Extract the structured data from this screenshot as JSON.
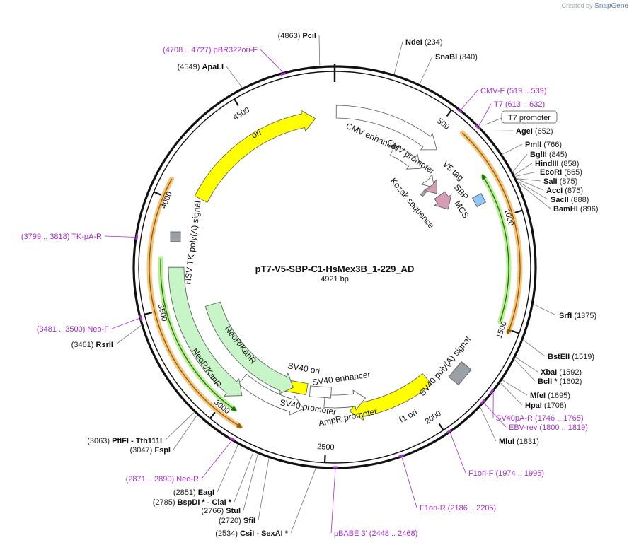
{
  "watermark": {
    "prefix": "Created by",
    "brand": "SnapGene"
  },
  "plasmid": {
    "name": "pT7-V5-SBP-C1-HsMex3B_1-229_AD",
    "size_label": "4921 bp",
    "length": 4921
  },
  "ticks": [
    "500",
    "1000",
    "1500",
    "2000",
    "2500",
    "3000",
    "3500",
    "4000",
    "4500"
  ],
  "sites": [
    {
      "name": "PciI",
      "pos": "(4863)"
    },
    {
      "name": "NdeI",
      "pos": "(234)"
    },
    {
      "name": "SnaBI",
      "pos": "(340)"
    },
    {
      "name": "ApaLI",
      "pos": "(4549)"
    },
    {
      "name": "AgeI",
      "pos": "(652)"
    },
    {
      "name": "PmlI",
      "pos": "(766)"
    },
    {
      "name": "BglII",
      "pos": "(845)"
    },
    {
      "name": "HindIII",
      "pos": "(858)"
    },
    {
      "name": "EcoRI",
      "pos": "(865)"
    },
    {
      "name": "SalI",
      "pos": "(875)"
    },
    {
      "name": "AccI",
      "pos": "(876)"
    },
    {
      "name": "SacII",
      "pos": "(888)"
    },
    {
      "name": "BamHI",
      "pos": "(896)"
    },
    {
      "name": "SrfI",
      "pos": "(1375)"
    },
    {
      "name": "BstEII",
      "pos": "(1519)"
    },
    {
      "name": "XbaI",
      "pos": "(1592)"
    },
    {
      "name": "BclI *",
      "pos": "(1602)"
    },
    {
      "name": "MfeI",
      "pos": "(1695)"
    },
    {
      "name": "HpaI",
      "pos": "(1708)"
    },
    {
      "name": "MluI",
      "pos": "(1831)"
    },
    {
      "name": "RsrII",
      "pos": "(3461)"
    },
    {
      "name": "PflFI  - Tth111I",
      "pos": "(3063)"
    },
    {
      "name": "FspI",
      "pos": "(3047)"
    },
    {
      "name": "EagI",
      "pos": "(2851)"
    },
    {
      "name": "BspDI *  - ClaI *",
      "pos": "(2785)"
    },
    {
      "name": "StuI",
      "pos": "(2766)"
    },
    {
      "name": "SfiI",
      "pos": "(2720)"
    },
    {
      "name": "CsiI  - SexAI *",
      "pos": "(2534)"
    }
  ],
  "primers": [
    {
      "name": "pBR322ori-F",
      "range": "(4708 .. 4727)"
    },
    {
      "name": "CMV-F",
      "range": "(519 .. 539)"
    },
    {
      "name": "T7",
      "range": "(613 .. 632)"
    },
    {
      "name": "TK-pA-R",
      "range": "(3799 .. 3818)"
    },
    {
      "name": "Neo-F",
      "range": "(3481 .. 3500)"
    },
    {
      "name": "SV40pA-R",
      "range": "(1746 .. 1765)"
    },
    {
      "name": "EBV-rev",
      "range": "(1800 .. 1819)"
    },
    {
      "name": "F1ori-F",
      "range": "(1974 .. 1995)"
    },
    {
      "name": "F1ori-R",
      "range": "(2186 .. 2205)"
    },
    {
      "name": "pBABE 3'",
      "range": "(2448 .. 2468)"
    },
    {
      "name": "Neo-R",
      "range": "(2871 .. 2890)"
    }
  ],
  "t7_box": "T7 promoter",
  "features": {
    "ori": "ori",
    "cmv_enhancer": "CMV enhancer",
    "cmv_promoter": "CMV promoter",
    "v5_tag": "V5 tag",
    "sbp": "SBP",
    "mcs": "MCS",
    "kozak": "Kozak sequence",
    "hsv_tk": "HSV TK poly(A) signal",
    "sv40_polya": "SV40 poly(A) signal",
    "f1_ori": "f1 ori",
    "ampr_promoter": "AmpR promoter",
    "sv40_promoter": "SV40 promoter",
    "sv40_ori": "SV40 ori",
    "sv40_enhancer": "SV40 enhancer",
    "neokan_inner": "NeoR/KanR",
    "neokan_outer": "NeoR/KanR"
  },
  "colors": {
    "primer": "#a330c9",
    "yellow_feature": "#ffff00",
    "neo_feature": "#c8f5c8",
    "sbp_feature": "#d59db5",
    "mcs_feature": "#8fc8f2",
    "grey_feature": "#9aa0a6",
    "orf_orange": "#f5c37a",
    "orf_green": "#b8ee90"
  }
}
